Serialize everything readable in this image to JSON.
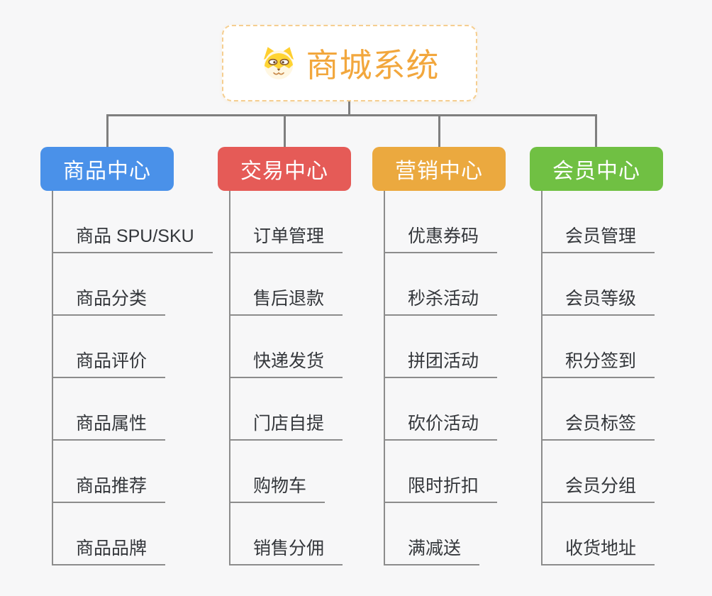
{
  "root": {
    "title": "商城系统",
    "icon": "dog-icon"
  },
  "branches": [
    {
      "label": "商品中心",
      "color": "#4A91E9",
      "children": [
        "商品 SPU/SKU",
        "商品分类",
        "商品评价",
        "商品属性",
        "商品推荐",
        "商品品牌"
      ]
    },
    {
      "label": "交易中心",
      "color": "#E55B57",
      "children": [
        "订单管理",
        "售后退款",
        "快递发货",
        "门店自提",
        "购物车",
        "销售分佣"
      ]
    },
    {
      "label": "营销中心",
      "color": "#EBA93F",
      "children": [
        "优惠券码",
        "秒杀活动",
        "拼团活动",
        "砍价活动",
        "限时折扣",
        "满减送"
      ]
    },
    {
      "label": "会员中心",
      "color": "#70C043",
      "children": [
        "会员管理",
        "会员等级",
        "积分签到",
        "会员标签",
        "会员分组",
        "收货地址"
      ]
    }
  ],
  "colors": {
    "background": "#F7F7F8",
    "connector": "#7F7F7F",
    "leaf_line": "#8C8C8C",
    "leaf_text": "#34373B",
    "root_border": "#F5CE90",
    "root_title": "#F2A73D"
  }
}
